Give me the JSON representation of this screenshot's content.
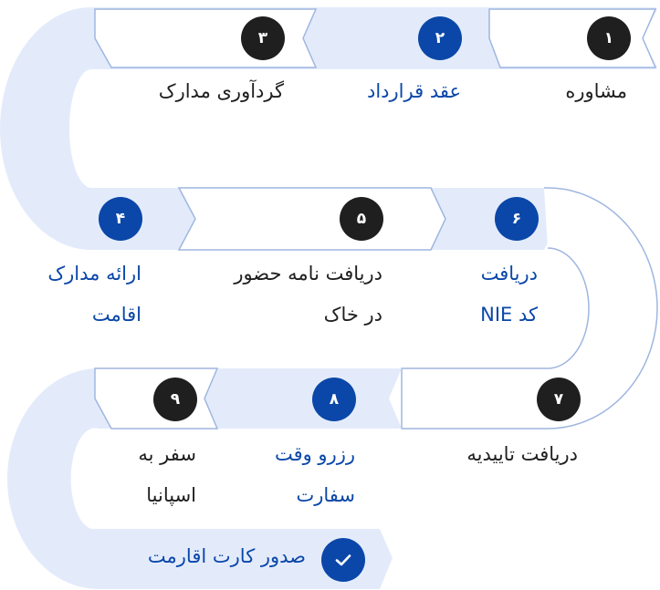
{
  "steps": [
    {
      "number": "۱",
      "label_lines": [
        "مشاوره"
      ]
    },
    {
      "number": "۲",
      "label_lines": [
        "عقد قرارداد"
      ]
    },
    {
      "number": "۳",
      "label_lines": [
        "گردآوری مدارک"
      ]
    },
    {
      "number": "۴",
      "label_lines": [
        "ارائه مدارک",
        "اقامت"
      ]
    },
    {
      "number": "۵",
      "label_lines": [
        "دریافت نامه حضور",
        "در خاک"
      ]
    },
    {
      "number": "۶",
      "label_lines": [
        "دریافت",
        "کد NIE"
      ]
    },
    {
      "number": "۷",
      "label_lines": [
        "دریافت تاییدیه"
      ]
    },
    {
      "number": "۸",
      "label_lines": [
        "رزرو وقت",
        "سفارت"
      ]
    },
    {
      "number": "۹",
      "label_lines": [
        "سفر به",
        "اسپانیا"
      ]
    }
  ],
  "final_step": {
    "label": "صدور کارت اقارمت"
  },
  "colors": {
    "accent_blue": "#0a47a8",
    "dark": "#1f1f1f",
    "track_fill": "#e3ebfb",
    "track_stroke": "#9fb6e0"
  }
}
